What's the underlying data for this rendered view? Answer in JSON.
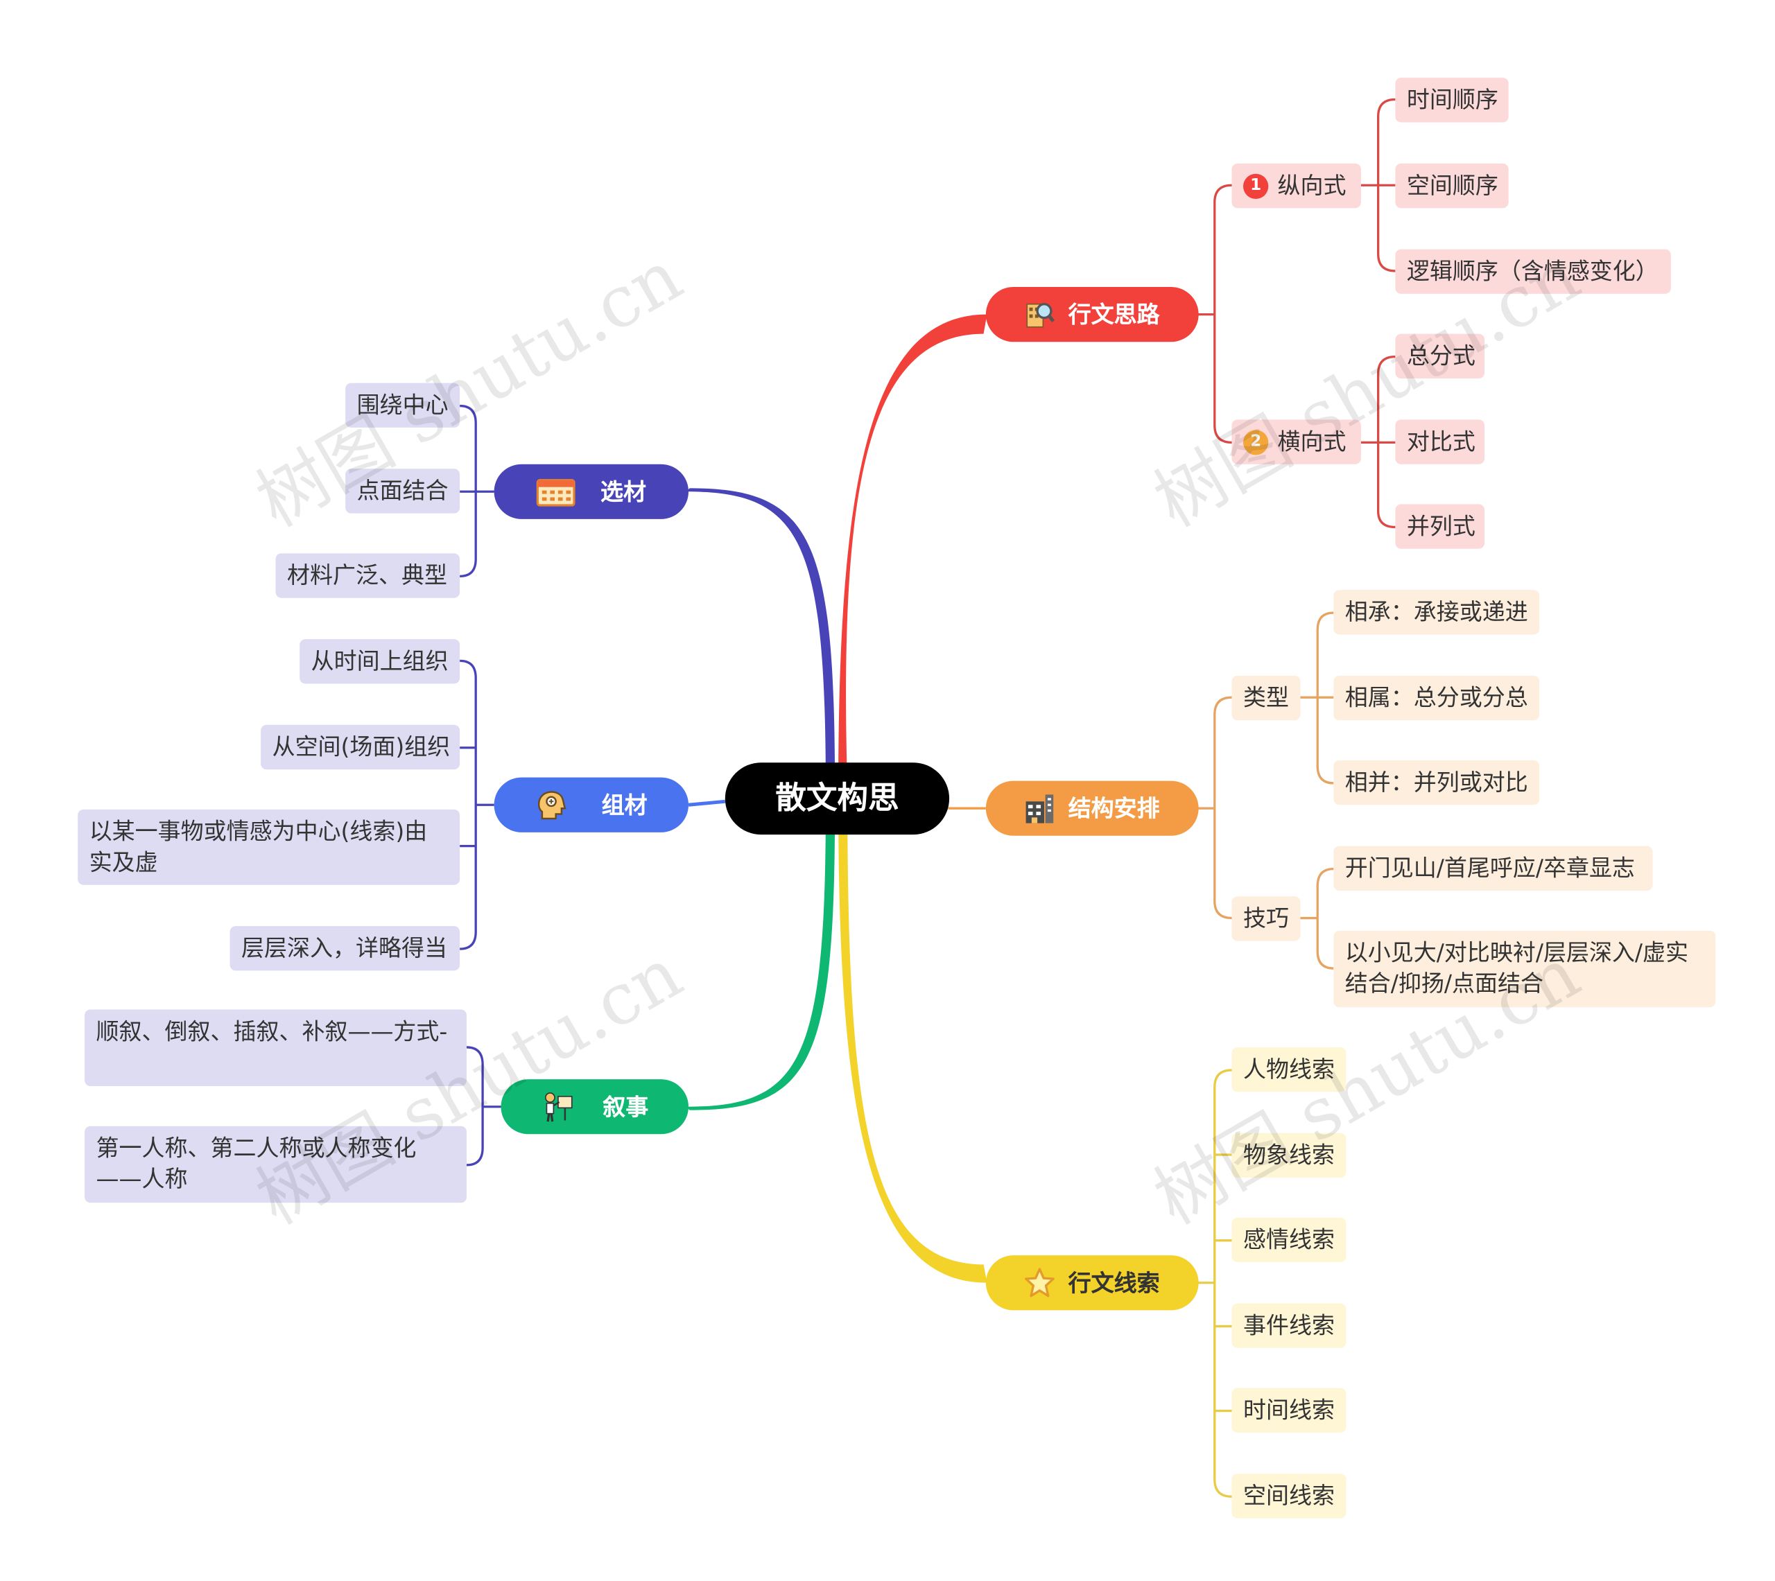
{
  "root": "散文构思",
  "colors": {
    "red": "#F2403A",
    "orange": "#F39C45",
    "yellow": "#F3D22A",
    "green": "#0EB872",
    "blue": "#4A73F0",
    "indigo": "#4844B8",
    "red_leaf": "#FDDADA",
    "orange_leaf": "#FDEEDD",
    "yellow_leaf": "#FEF6D5",
    "purple_leaf": "#DDDCF2"
  },
  "branches": {
    "xingwen_silu": {
      "label": "行文思路",
      "icon": "magnifier-building-icon",
      "zong": {
        "label": "纵向式",
        "badge": "1",
        "items": [
          "时间顺序",
          "空间顺序",
          "逻辑顺序（含情感变化）"
        ]
      },
      "heng": {
        "label": "横向式",
        "badge": "2",
        "items": [
          "总分式",
          "对比式",
          "并列式"
        ]
      }
    },
    "jiegou_anpai": {
      "label": "结构安排",
      "icon": "office-building-icon",
      "leixing": {
        "label": "类型",
        "items": [
          "相承：承接或递进",
          "相属：总分或分总",
          "相并：并列或对比"
        ]
      },
      "jiqiao": {
        "label": "技巧",
        "items": [
          "开门见山/首尾呼应/卒章显志",
          "以小见大/对比映衬/层层深入/虚实结合/抑扬/点面结合"
        ]
      }
    },
    "xingwen_xiansuo": {
      "label": "行文线索",
      "icon": "star-icon",
      "items": [
        "人物线索",
        "物象线索",
        "感情线索",
        "事件线索",
        "时间线索",
        "空间线索"
      ]
    },
    "xuancai": {
      "label": "选材",
      "icon": "calendar-icon",
      "items": [
        "围绕中心",
        "点面结合",
        "材料广泛、典型"
      ]
    },
    "zucai": {
      "label": "组材",
      "icon": "thinking-head-icon",
      "items": [
        "从时间上组织",
        "从空间(场面)组织",
        "以某一事物或情感为中心(线索)由实及虚",
        "层层深入，详略得当"
      ]
    },
    "xushi": {
      "label": "叙事",
      "icon": "presenter-icon",
      "items": [
        "顺叙、倒叙、插叙、补叙——方式-",
        "第一人称、第二人称或人称变化——人称"
      ]
    }
  },
  "watermark": "树图 shutu.cn"
}
